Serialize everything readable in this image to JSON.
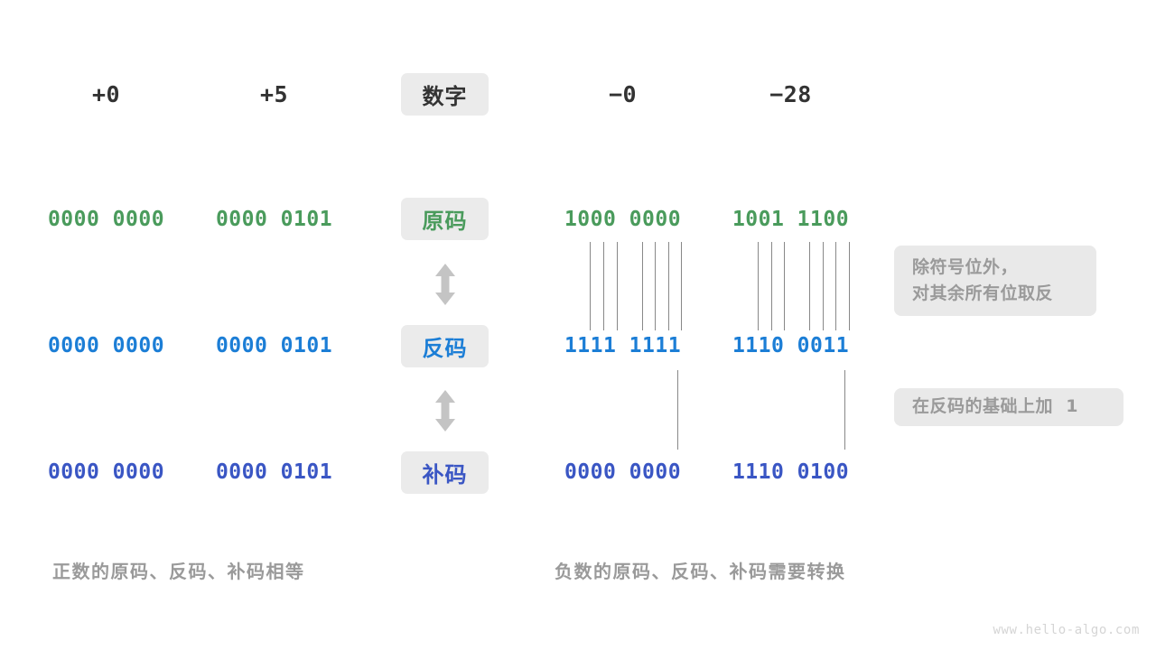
{
  "diagram": {
    "title_row": {
      "label": "数字",
      "columns": [
        {
          "name": "plus-zero",
          "value": "+0"
        },
        {
          "name": "plus-five",
          "value": "+5"
        },
        {
          "name": "minus-zero",
          "value": "−0"
        },
        {
          "name": "minus-28",
          "value": "−28"
        }
      ]
    },
    "rows": [
      {
        "badge": "原码",
        "badge_color": "#4a9b5c",
        "value_color": "#4a9b5c",
        "values": [
          "0000 0000",
          "0000 0101",
          "1000 0000",
          "1001 1100"
        ]
      },
      {
        "badge": "反码",
        "badge_color": "#1c7ed6",
        "value_color": "#1c7ed6",
        "values": [
          "0000 0000",
          "0000 0101",
          "1111 1111",
          "1110 0011"
        ]
      },
      {
        "badge": "补码",
        "badge_color": "#3a56c4",
        "value_color": "#3a56c4",
        "values": [
          "0000 0000",
          "0000 0101",
          "0000 0000",
          "1110 0100"
        ]
      }
    ],
    "annotations": [
      {
        "name": "invert-bits-note",
        "lines": [
          "除符号位外，",
          "对其余所有位取反"
        ]
      },
      {
        "name": "add-one-note",
        "lines": [
          "在反码的基础上加  1"
        ]
      }
    ],
    "captions": [
      {
        "name": "positive-caption",
        "text": "正数的原码、反码、补码相等"
      },
      {
        "name": "negative-caption",
        "text": "负数的原码、反码、补码需要转换"
      }
    ],
    "watermark": "www.hello-algo.com",
    "icons": {
      "arrow_updown": "double-headed-vertical-arrow"
    }
  }
}
